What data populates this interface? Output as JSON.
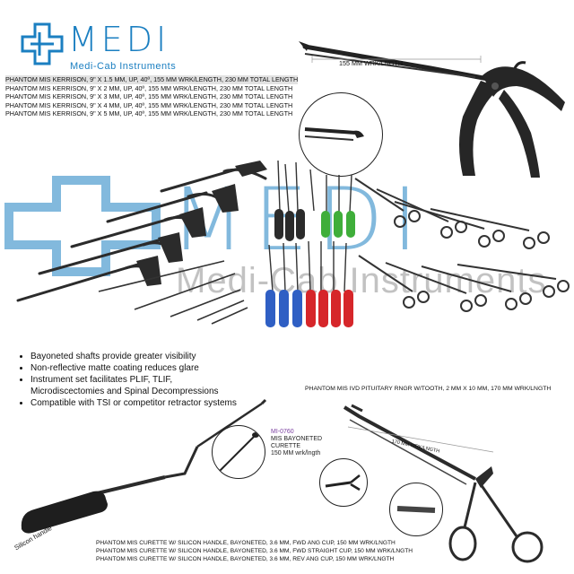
{
  "brand": {
    "logo_text": "MEDI",
    "tagline": "Medi-Cab Instruments",
    "accent_color": "#1b7fc1"
  },
  "watermark": {
    "logo_text": "MEDI",
    "tagline": "Medi-Cab Instruments"
  },
  "kerrison": {
    "specs": [
      "PHANTOM MIS KERRISON, 9\" X 1.5 MM, UP, 40º, 155  MM WRK/LENGTH, 230 MM TOTAL LENGTH",
      "PHANTOM MIS KERRISON, 9\" X 2 MM, UP, 40º, 155 MM WRK/LENGTH, 230 MM TOTAL LENGTH",
      "PHANTOM MIS KERRISON, 9\" X 3 MM, UP, 40º, 155 MM WRK/LENGTH, 230 MM TOTAL LENGTH",
      "PHANTOM MIS KERRISON, 9\" X 4 MM, UP, 40º, 155 MM WRK/LENGTH, 230 MM TOTAL LENGTH",
      "PHANTOM MIS KERRISON, 9\" X 5 MM, UP, 40º, 155 MM WRK/LENGTH, 230 MM TOTAL LENGTH"
    ],
    "length_label": "155 MM WRK/LNGTH"
  },
  "features": [
    "Bayoneted shafts provide greater visibility",
    "Non-reflective matte coating reduces glare",
    "Instrument set facilitates PLIF, TLIF, Microdiscectomies and Spinal Decompressions",
    "Compatible with TSI or competitor retractor systems"
  ],
  "pituitary": {
    "spec": "PHANTOM MIS IVD PITUITARY RNGR W/TOOTH, 2 MM X 10 MM, 170 MM WRK/LNGTH",
    "length_label": "170 MM WRK/LNGTH"
  },
  "curette": {
    "callout_lines": [
      "MI-0760",
      "MIS BAYONETED",
      "CURETTE",
      "150 MM wrk/lngth"
    ],
    "handle_label": "Silicon handle",
    "specs": [
      "PHANTOM MIS CURETTE W/ SILICON HANDLE, BAYONETED, 3.6 MM, FWD ANG CUP, 150 MM WRK/LNGTH",
      "PHANTOM MIS CURETTE W/ SILICON HANDLE, BAYONETED, 3.6 MM, FWD STRAIGHT CUP, 150 MM WRK/LNGTH",
      "PHANTOM MIS CURETTE W/ SILICON HANDLE, BAYONETED, 3.6 MM, REV ANG CUP, 150 MM WRK/LNGTH"
    ]
  },
  "colors": {
    "handle_green": "#3fae3a",
    "handle_blue": "#2f5fc4",
    "handle_red": "#d6262a",
    "instrument_dark": "#2b2b2b"
  }
}
